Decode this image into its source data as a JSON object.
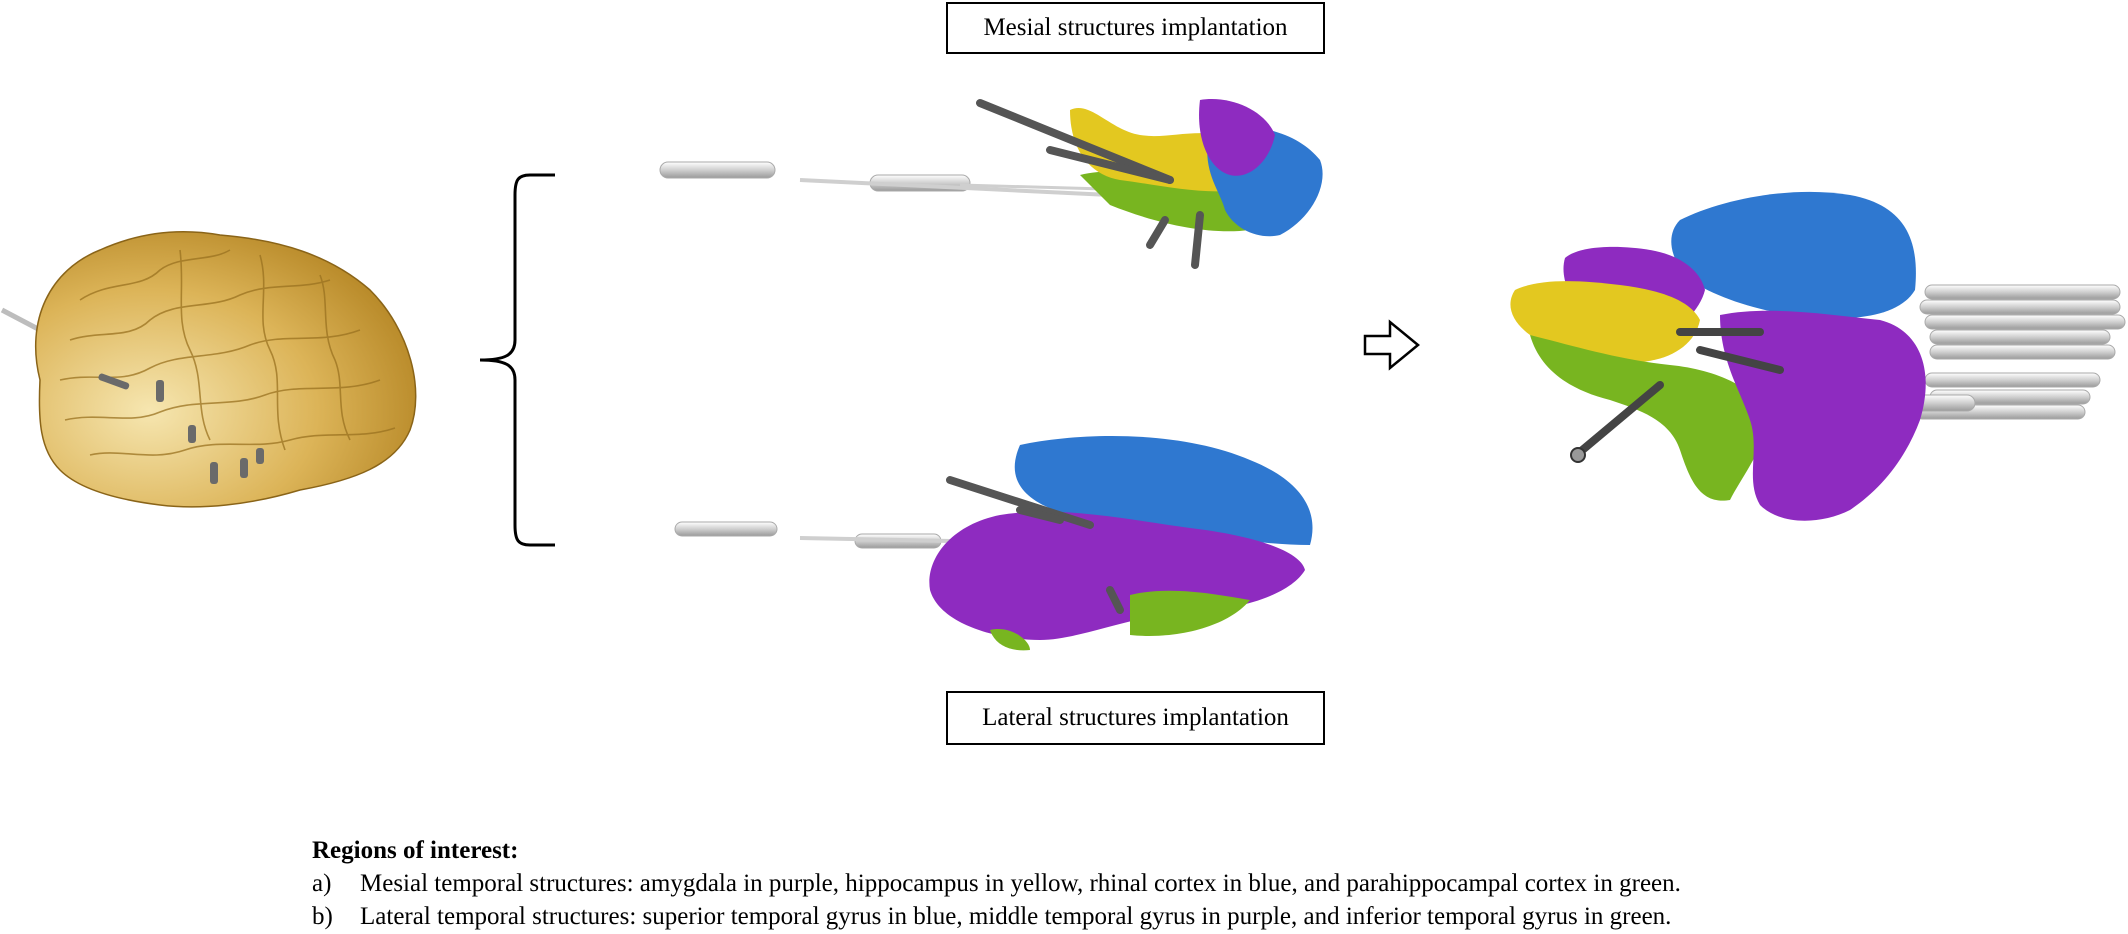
{
  "labels": {
    "mesial": "Mesial structures implantation",
    "lateral": "Lateral structures implantation"
  },
  "legend": {
    "heading": "Regions of interest:",
    "items": [
      {
        "marker": "a)",
        "text": "Mesial temporal structures: amygdala in purple, hippocampus in yellow, rhinal cortex in blue, and parahippocampal cortex in green."
      },
      {
        "marker": "b)",
        "text": "Lateral temporal structures: superior temporal gyrus in blue, middle temporal gyrus in purple, and inferior temporal gyrus in green."
      }
    ]
  },
  "colors": {
    "purple": "#8e2bc0",
    "yellow": "#e3c820",
    "blue": "#2f78d0",
    "green": "#78b520",
    "brain": "#d9b45a",
    "electrode": "#d9d9d9"
  }
}
